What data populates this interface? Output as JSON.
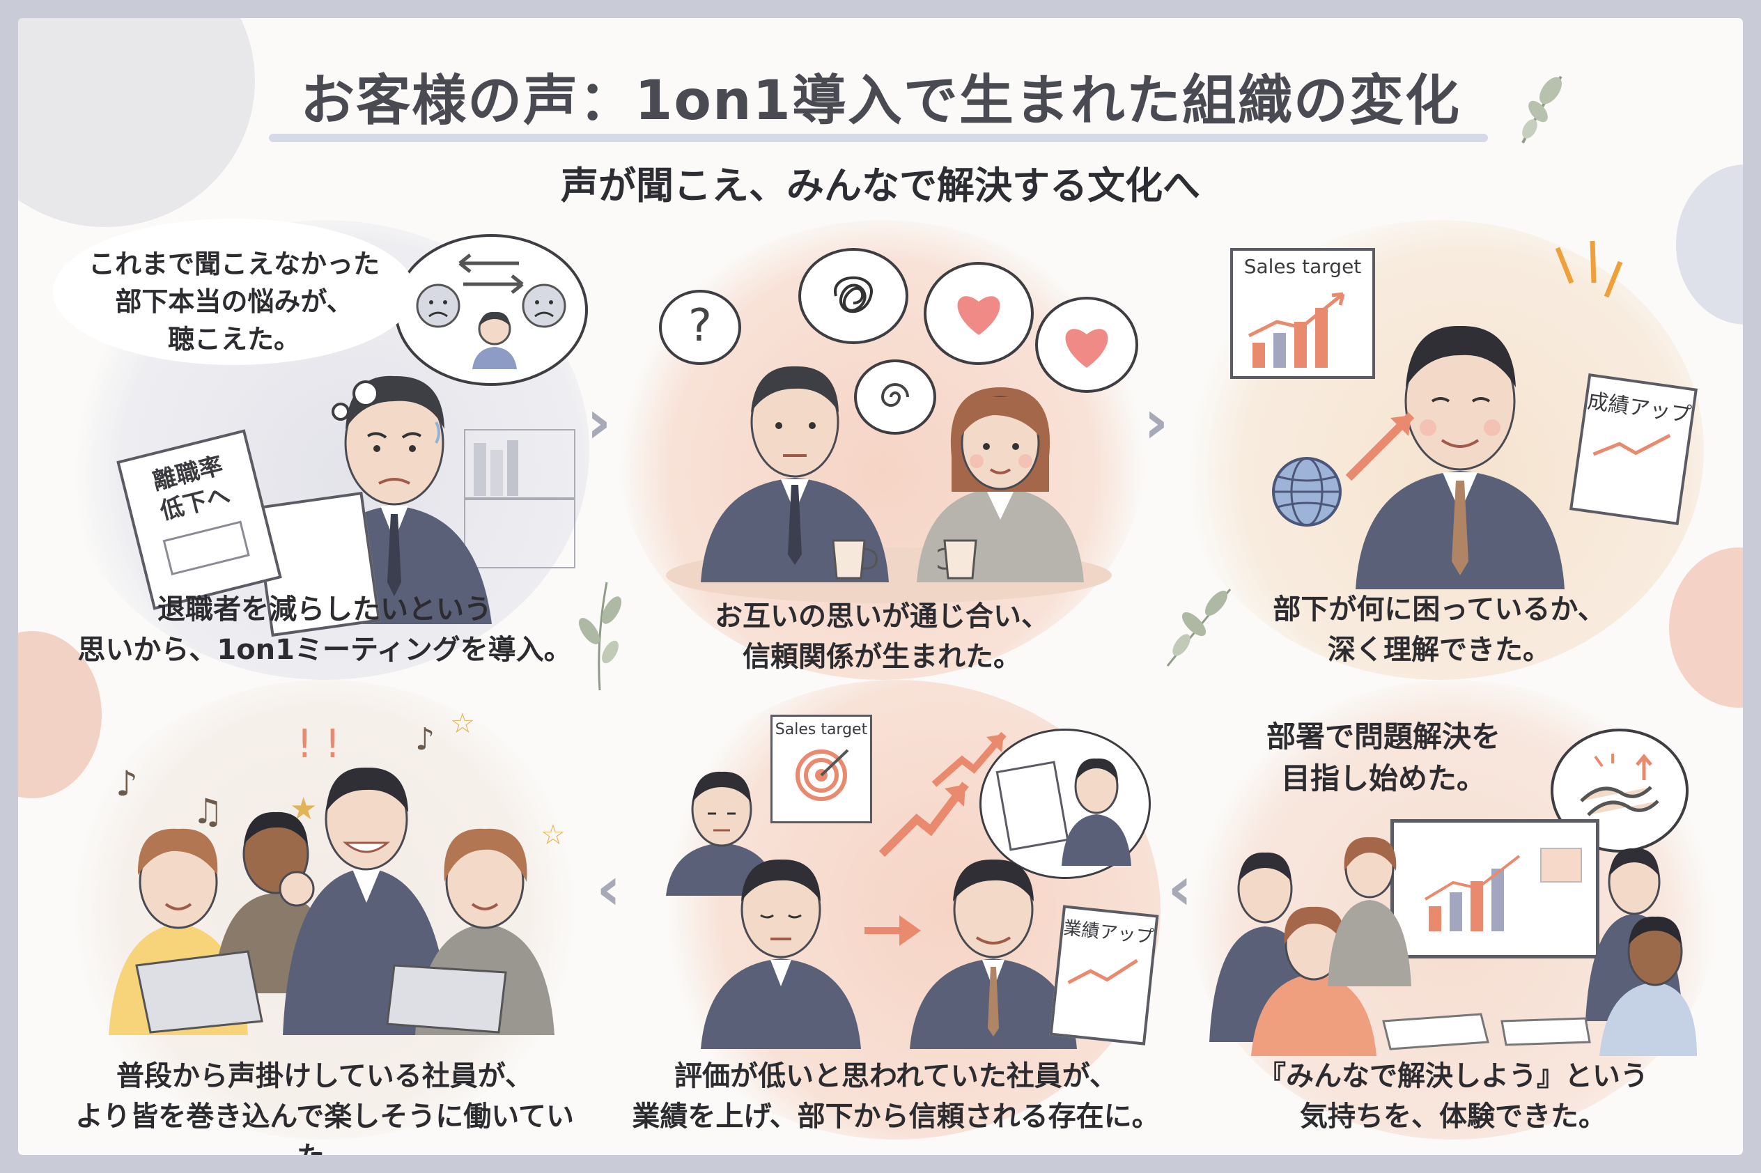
{
  "title": "お客様の声：1on1導入で生まれた組織の変化",
  "subtitle": "声が聞こえ、みんなで解決する文化へ",
  "panels": [
    {
      "bubble_lines": [
        "これまで聞こえなかった",
        "部下本当の悩みが、",
        "聴こえた。"
      ],
      "doc_lines": [
        "離職率",
        "低下へ"
      ],
      "caption_lines": [
        "退職者を減らしたいという",
        "思いから、1on1ミーティングを導入。"
      ]
    },
    {
      "caption_lines": [
        "お互いの思いが通じ合い、",
        "信頼関係が生まれた。"
      ]
    },
    {
      "chart_label": "Sales target",
      "doc_label": "成績アップ",
      "caption_lines": [
        "部下が何に困っているか、",
        "深く理解できた。"
      ]
    },
    {
      "caption_lines": [
        "普段から声掛けしている社員が、",
        "より皆を巻き込んで楽しそうに働いていた。"
      ]
    },
    {
      "board_label": "Sales target",
      "doc_label": "業績アップ",
      "caption_lines": [
        "評価が低いと思われていた社員が、",
        "業績を上げ、部下から信頼される存在に。"
      ]
    },
    {
      "heading_lines": [
        "部署で問題解決を",
        "目指し始めた。"
      ],
      "caption_lines": [
        "『みんなで解決しよう』という",
        "気持ちを、体験できた。"
      ]
    }
  ],
  "colors": {
    "accent_coral": "#e98a6f",
    "navy_suit": "#5b6079",
    "heart": "#ef8a86",
    "wash_peach": "#f7d8c8",
    "wash_gray": "#e4e4ea"
  }
}
